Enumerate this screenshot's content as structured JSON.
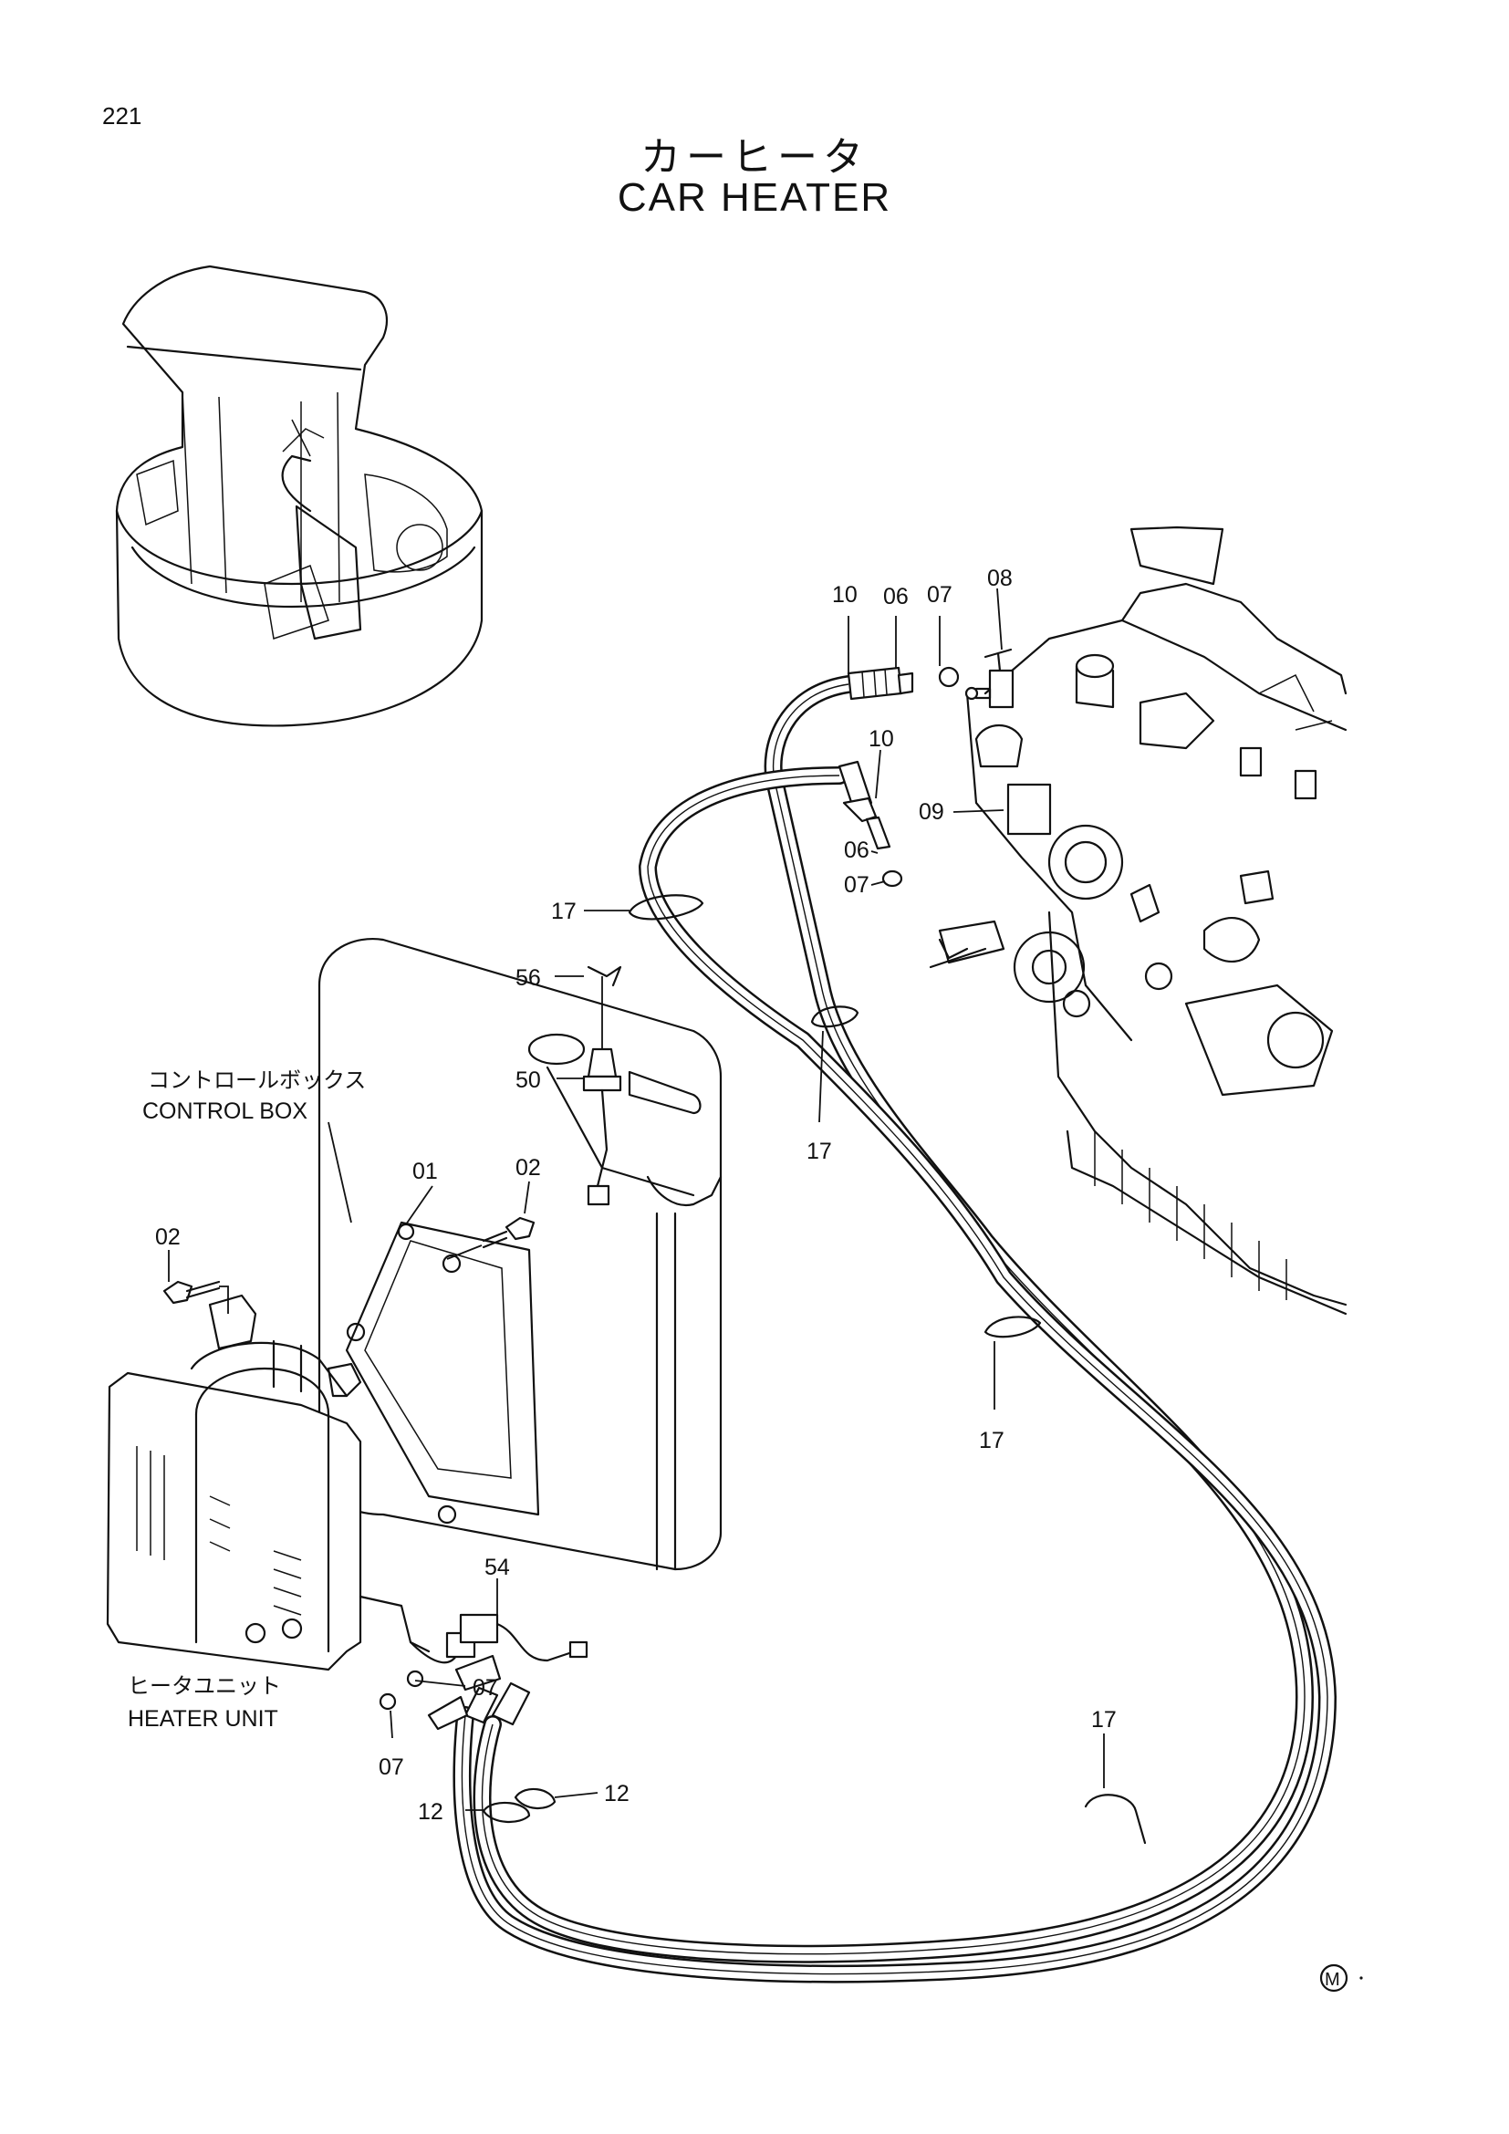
{
  "page": {
    "number": "221"
  },
  "title": {
    "japanese": "カーヒータ",
    "english": "CAR HEATER"
  },
  "assemblies": {
    "control_box": {
      "japanese": "コントロールボックス",
      "english": "CONTROL BOX"
    },
    "heater_unit": {
      "japanese": "ヒータユニット",
      "english": "HEATER UNIT"
    }
  },
  "callouts": {
    "c10_top": "10",
    "c06_top": "06",
    "c07_top": "07",
    "c08": "08",
    "c10_mid": "10",
    "c09": "09",
    "c06_mid": "06",
    "c07_mid": "07",
    "c17_a": "17",
    "c56": "56",
    "c17_b": "17",
    "c50": "50",
    "c02_a": "02",
    "c01": "01",
    "c02_b": "02",
    "c17_c": "17",
    "c54": "54",
    "c07_c": "07",
    "c07_d": "07",
    "c17_d": "17",
    "c12_a": "12",
    "c12_b": "12"
  },
  "mark": "M"
}
